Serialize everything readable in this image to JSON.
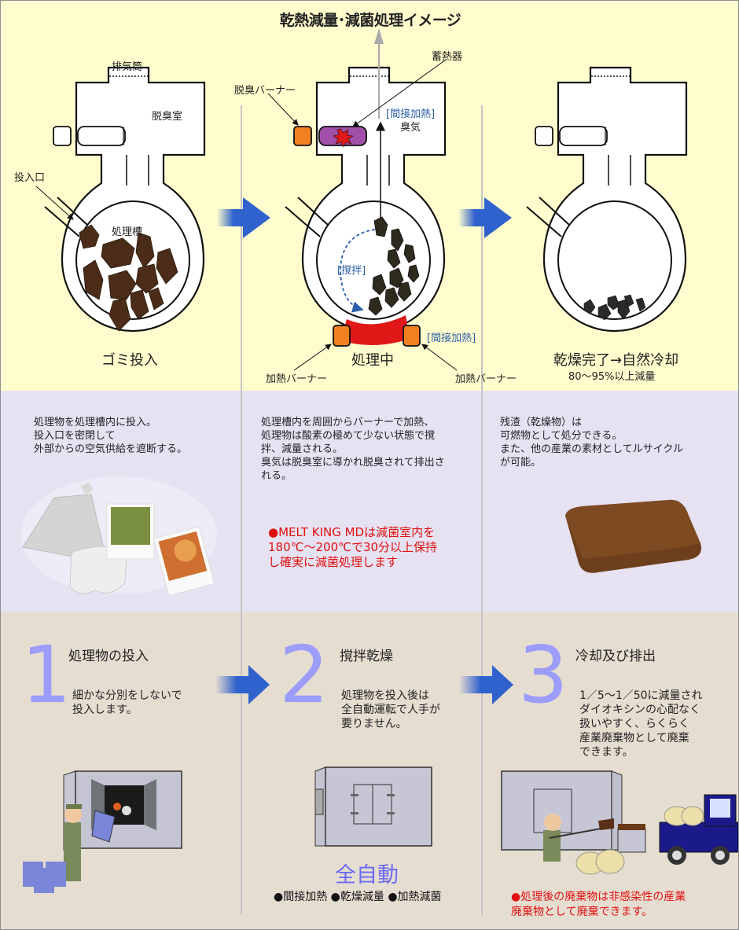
{
  "title": "乾熱減量･減菌処理イメージ",
  "diagram": {
    "stage1": {
      "label_exhaust": "排気筒",
      "label_deodor_room": "脱臭室",
      "label_inlet": "投入口",
      "label_tank": "処理槽",
      "caption": "ゴミ投入"
    },
    "stage2": {
      "label_deodor_burner": "脱臭バーナー",
      "label_heat_storage": "蓄熱器",
      "label_indirect_heat_top": "[間接加熱]",
      "label_odor": "臭気",
      "label_stir": "[撹拌]",
      "label_indirect_heat_bottom": "[間接加熱]",
      "caption": "処理中",
      "label_heat_burner_left": "加熱バーナー",
      "label_heat_burner_right": "加熱バーナー"
    },
    "stage3": {
      "caption": "乾燥完了→自然冷却",
      "sub_caption": "80～95%以上減量"
    }
  },
  "middle": {
    "col1_text": "処理物を処理槽内に投入。\n投入口を密閉して\n外部からの空気供給を遮断する。",
    "col2_text": "処理槽内を周囲からバーナーで加熱、\n処理物は酸素の極めて少ない状態で撹\n拌、減量される。\n臭気は脱臭室に導かれ脱臭されて排出さ\nれる。",
    "col2_note": "●MELT KING MDは減菌室内を\n180℃～200℃で30分以上保持\nし確実に減菌処理します",
    "col3_text": "残渣（乾燥物）は\n可燃物として処分できる。\nまた、他の産業の素材としてルサイクル\nが可能。"
  },
  "steps": [
    {
      "number": "1",
      "title": "処理物の投入",
      "text": "細かな分別をしないで\n投入します。"
    },
    {
      "number": "2",
      "title": "撹拌乾燥",
      "text": "処理物を投入後は\n全自動運転で人手が\n要りません。",
      "auto_label": "全自動",
      "features": "●間接加熱 ●乾燥減量 ●加熱減菌"
    },
    {
      "number": "3",
      "title": "冷却及び排出",
      "text": "1／5～1／50に減量され\nダイオキシンの心配なく\n扱いやすく、らくらく\n産業廃棄物として廃棄\nできます。",
      "note": "●処理後の廃棄物は非感染性の産業\n廃棄物として廃棄できます。"
    }
  ],
  "colors": {
    "top_bg": "#fffdcd",
    "middle_bg": "#e6e2f2",
    "bottom_bg": "#e6ddd1",
    "arrow_blue": "#2f62cc",
    "number_purple": "#9c9cfb",
    "note_red": "#e01010",
    "label_blue": "#2d5fa8",
    "burner_orange": "#f08020",
    "heat_red": "#e01818",
    "regen_purple": "#a050a8",
    "waste_brown": "#4a2c18"
  }
}
